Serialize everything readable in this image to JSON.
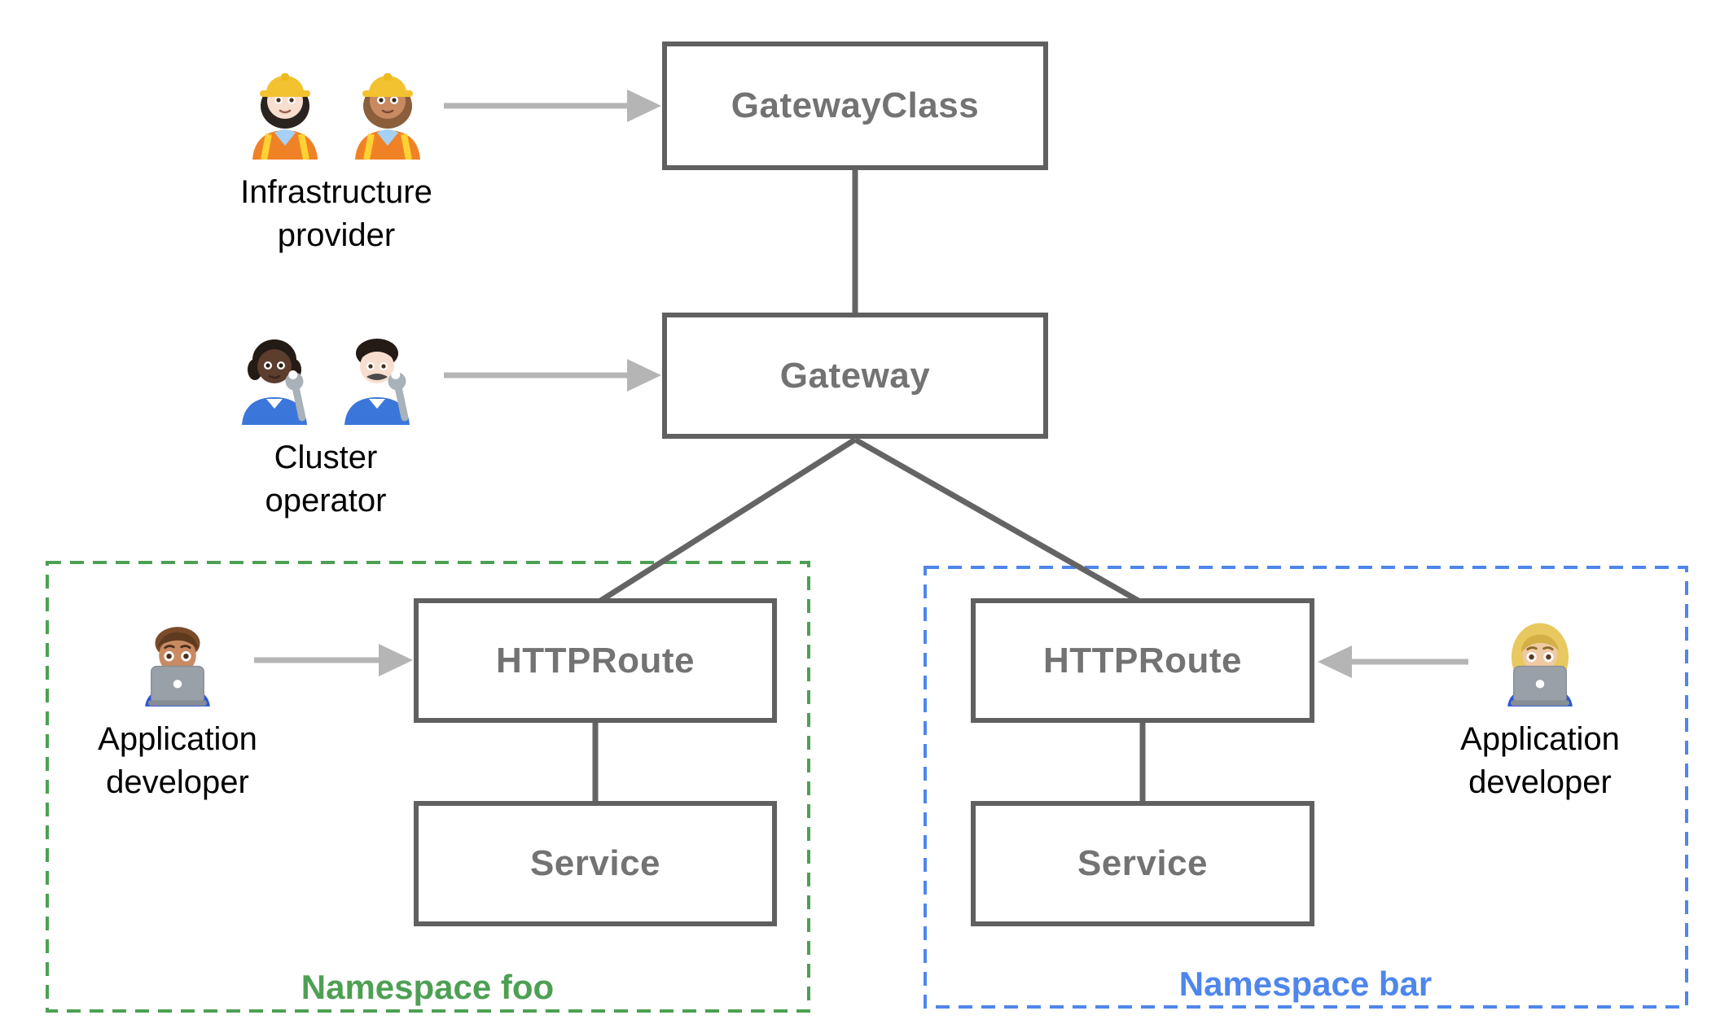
{
  "nodes": {
    "gateway_class": {
      "label": "GatewayClass"
    },
    "gateway": {
      "label": "Gateway"
    },
    "httproute_foo": {
      "label": "HTTPRoute"
    },
    "service_foo": {
      "label": "Service"
    },
    "httproute_bar": {
      "label": "HTTPRoute"
    },
    "service_bar": {
      "label": "Service"
    }
  },
  "namespaces": {
    "foo": {
      "label": "Namespace foo",
      "color": "#4da053"
    },
    "bar": {
      "label": "Namespace bar",
      "color": "#4e86ec"
    }
  },
  "personas": {
    "infrastructure_provider": {
      "line1": "Infrastructure",
      "line2": "provider",
      "icons": [
        "woman-construction-worker-light-icon",
        "woman-construction-worker-medium-icon"
      ]
    },
    "cluster_operator": {
      "line1": "Cluster",
      "line2": "operator",
      "icons": [
        "person-mechanic-dark-icon",
        "man-mechanic-light-icon"
      ]
    },
    "application_developer_foo": {
      "line1": "Application",
      "line2": "developer",
      "icons": [
        "man-technologist-icon"
      ]
    },
    "application_developer_bar": {
      "line1": "Application",
      "line2": "developer",
      "icons": [
        "woman-technologist-icon"
      ]
    }
  },
  "colors": {
    "background": "#ffffff",
    "node_border": "#606060",
    "node_label": "#737373",
    "connector": "#646464",
    "arrow": "#b5b5b5",
    "persona_label": "#000000",
    "namespace_foo": "#4da053",
    "namespace_bar": "#4e86ec"
  }
}
